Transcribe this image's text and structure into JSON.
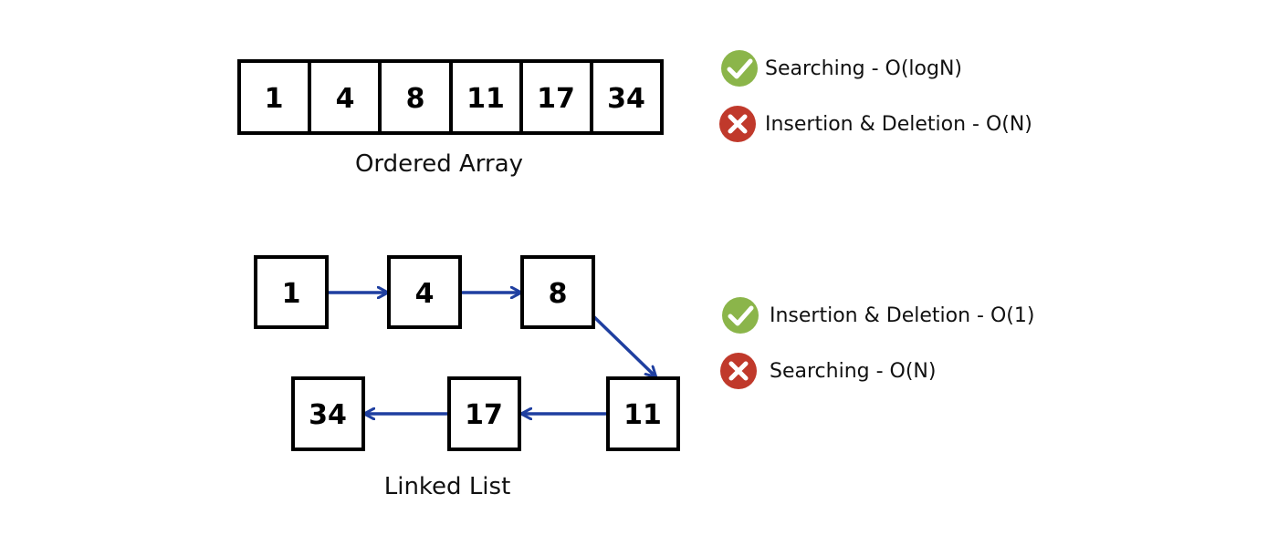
{
  "ordered_array": {
    "values": [
      "1",
      "4",
      "8",
      "11",
      "17",
      "34"
    ],
    "caption": "Ordered Array",
    "features": [
      {
        "status": "pass",
        "text": "Searching - O(logN)"
      },
      {
        "status": "fail",
        "text": "Insertion & Deletion - O(N)"
      }
    ]
  },
  "linked_list": {
    "nodes": [
      "1",
      "4",
      "8",
      "11",
      "17",
      "34"
    ],
    "caption": "Linked List",
    "features": [
      {
        "status": "pass",
        "text": "Insertion & Deletion - O(1)"
      },
      {
        "status": "fail",
        "text": "Searching - O(N)"
      }
    ]
  },
  "colors": {
    "pass": "#8bb54a",
    "fail": "#c0392b",
    "arrow": "#1f3fa0",
    "border": "#000000"
  }
}
